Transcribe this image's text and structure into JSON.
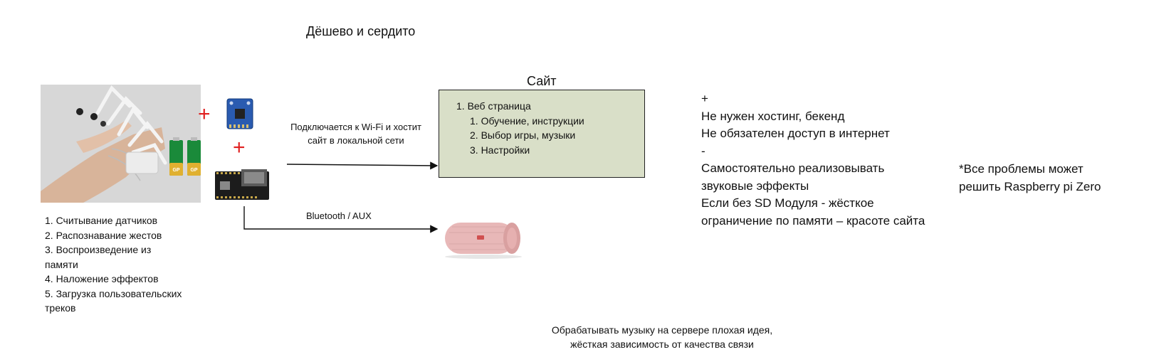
{
  "title": "Дёшево и сердито",
  "site_box": {
    "title": "Сайт",
    "item_main": "1. Веб страница",
    "sub_items": [
      "1. Обучение, инструкции",
      "2. Выбор игры, музыки",
      "3. Настройки"
    ]
  },
  "plus_sign": "+",
  "features": [
    "1. Считывание датчиков",
    "2. Распознавание жестов",
    "3. Воспроизведение из",
    "памяти",
    "4. Наложение эффектов",
    "5. Загрузка пользовательских",
    "треков"
  ],
  "wifi_label": [
    "Подключается к Wi-Fi и хостит",
    "сайт в локальной сети"
  ],
  "bt_label": "Bluetooth / AUX",
  "pros_cons": [
    "+",
    "Не нужен хостинг, бекенд",
    "Не обязателен доступ в интернет",
    "-",
    "Самостоятельно реализовывать",
    "звуковые эффекты",
    "Если без SD Модуля - жёсткое",
    "ограничение по памяти – красоте сайта"
  ],
  "note": [
    "*Все проблемы может",
    "решить Raspberry pi Zero"
  ],
  "bottom_note": [
    "Обрабатывать музыку на сервере плохая идея,",
    "жёсткая зависимость от качества связи"
  ],
  "battery_brand": "GP",
  "colors": {
    "plus": "#e02020",
    "site_box_fill": "#d9dfc8",
    "speaker": "#e8b8b8"
  },
  "icons": [
    "hand-glove-photo",
    "sensor-board-icon",
    "battery-icon",
    "esp32-board-icon",
    "speaker-icon"
  ]
}
